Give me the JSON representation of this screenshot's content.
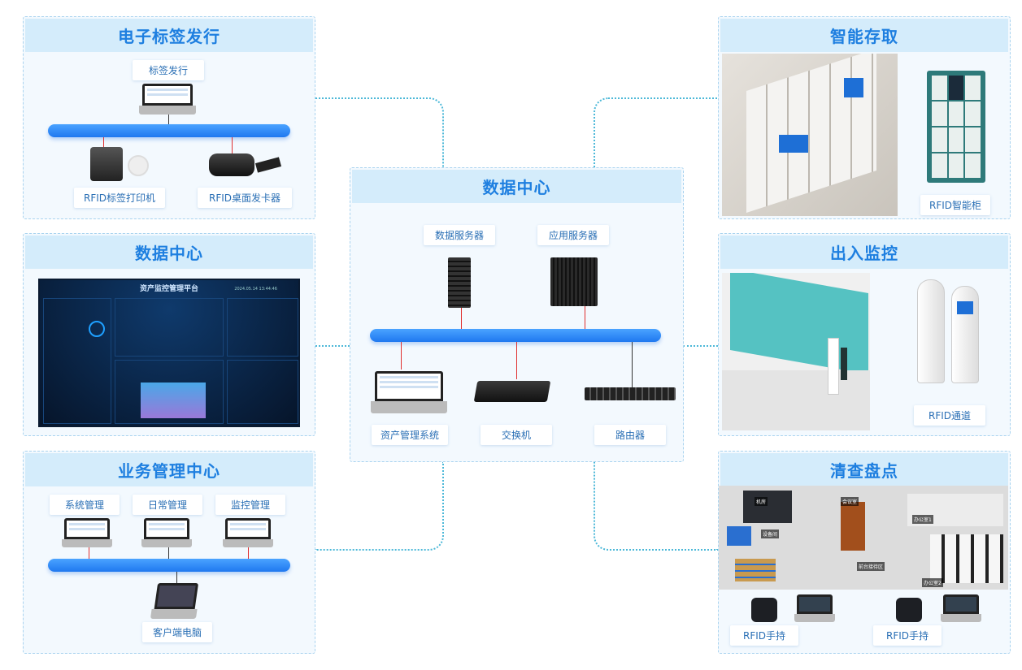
{
  "panels": {
    "issuing": {
      "title": "电子标签发行",
      "top_label": "标签发行",
      "left_label": "RFID标签打印机",
      "right_label": "RFID桌面发卡器"
    },
    "datacenter_left": {
      "title": "数据中心",
      "dashboard": {
        "title": "资产监控管理平台",
        "datetime": "2024.05.14  13:44:46"
      }
    },
    "business": {
      "title": "业务管理中心",
      "labels": [
        "系统管理",
        "日常管理",
        "监控管理"
      ],
      "bottom_label": "客户端电脑"
    },
    "center": {
      "title": "数据中心",
      "top": [
        "数据服务器",
        "应用服务器"
      ],
      "bottom": [
        "资产管理系统",
        "交换机",
        "路由器"
      ]
    },
    "storage": {
      "title": "智能存取",
      "label": "RFID智能柜"
    },
    "access": {
      "title": "出入监控",
      "label": "RFID通道"
    },
    "inventory": {
      "title": "清查盘点",
      "rooms": [
        "机房",
        "会议室",
        "设备间",
        "前台接待区",
        "办公室1",
        "办公室2"
      ],
      "labels": [
        "RFID手持",
        "RFID手持"
      ]
    }
  },
  "colors": {
    "accent": "#1e7fe0",
    "bus": "#2a86f5",
    "connector": "#4cb8d8"
  }
}
